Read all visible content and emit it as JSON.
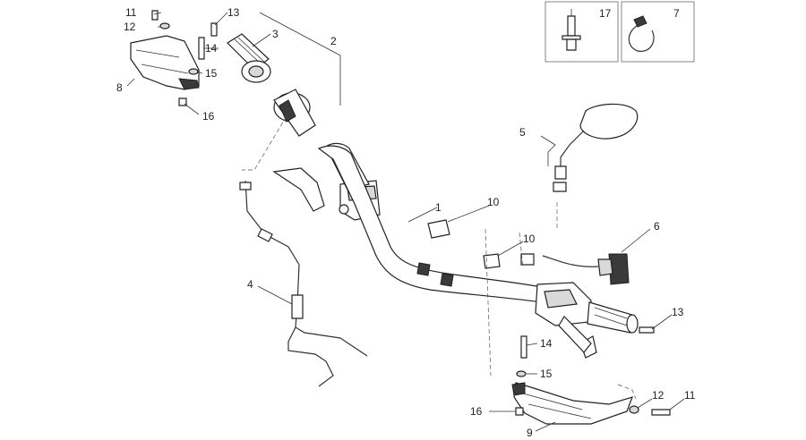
{
  "callouts": {
    "c1": "1",
    "c2": "2",
    "c3": "3",
    "c4": "4",
    "c5": "5",
    "c6": "6",
    "c7": "7",
    "c8": "8",
    "c9": "9",
    "c10a": "10",
    "c10b": "10",
    "c11a": "11",
    "c11b": "11",
    "c12a": "12",
    "c12b": "12",
    "c13a": "13",
    "c13b": "13",
    "c14a": "14",
    "c14b": "14",
    "c15a": "15",
    "c15b": "15",
    "c16a": "16",
    "c16b": "16",
    "c17": "17"
  }
}
